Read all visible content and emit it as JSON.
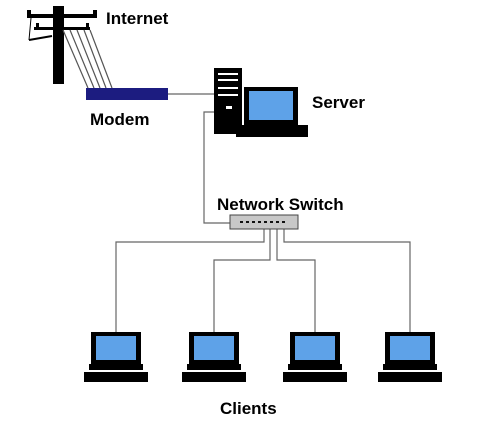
{
  "labels": {
    "internet": "Internet",
    "modem": "Modem",
    "server": "Server",
    "switch": "Network Switch",
    "clients": "Clients"
  },
  "colors": {
    "line": "#666666",
    "modem": "#1c1c80",
    "screen": "#5ea2e8",
    "device": "#000000",
    "switch_body": "#c8c8c8"
  },
  "icons": {
    "pole": "utility-pole-icon",
    "modem": "modem-icon",
    "server": "server-computer-icon",
    "switch": "network-switch-icon",
    "client": "laptop-client-icon"
  }
}
